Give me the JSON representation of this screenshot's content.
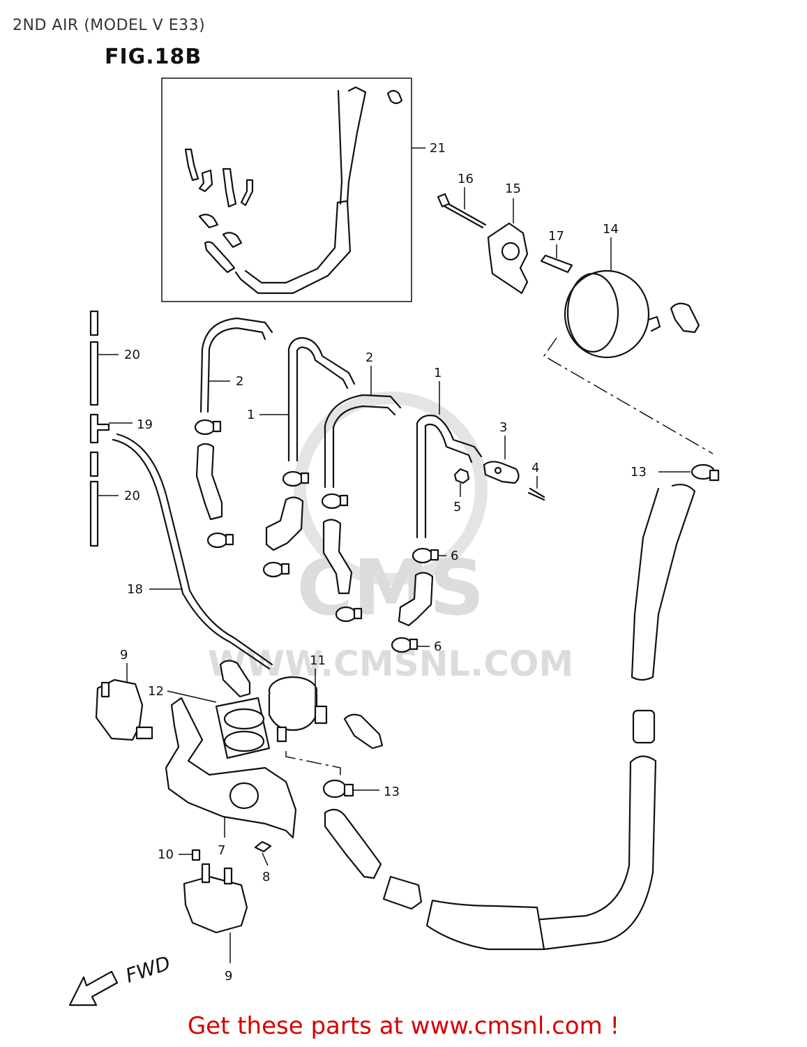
{
  "title": "2ND AIR (MODEL V E33)",
  "figure": "FIG.18B",
  "callouts": {
    "c21": "21",
    "c16": "16",
    "c15": "15",
    "c17": "17",
    "c14": "14",
    "c20a": "20",
    "c19": "19",
    "c20b": "20",
    "c18": "18",
    "c2a": "2",
    "c1a": "1",
    "c2b": "2",
    "c1b": "1",
    "c3": "3",
    "c4": "4",
    "c5": "5",
    "c13a": "13",
    "c6a": "6",
    "c6b": "6",
    "c9a": "9",
    "c12": "12",
    "c11": "11",
    "c13b": "13",
    "c7": "7",
    "c10": "10",
    "c8": "8",
    "c9b": "9"
  },
  "direction_label": "FWD",
  "watermark": {
    "brand": "CMS",
    "url": "WWW.CMSNL.COM"
  },
  "footer": "Get these parts at www.cmsnl.com !"
}
